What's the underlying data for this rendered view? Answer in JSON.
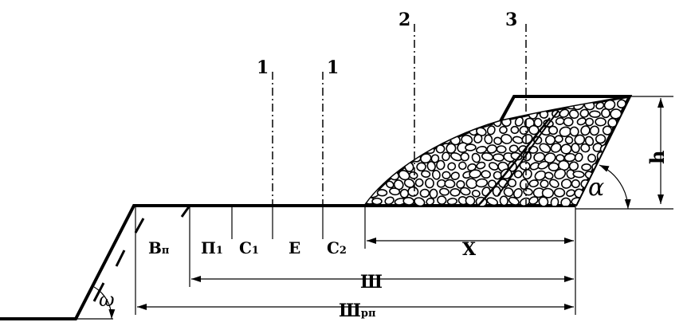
{
  "diagram": {
    "sections": [
      {
        "id": "1a",
        "label": "1"
      },
      {
        "id": "1b",
        "label": "1"
      },
      {
        "id": "2",
        "label": "2"
      },
      {
        "id": "3",
        "label": "3"
      }
    ],
    "zones": {
      "vp": {
        "main": "В",
        "sub": "п"
      },
      "p1": {
        "main": "П",
        "sub": "1"
      },
      "c1": {
        "main": "С",
        "sub": "1"
      },
      "e": {
        "main": "Е",
        "sub": ""
      },
      "c2": {
        "main": "С",
        "sub": "2"
      },
      "x": {
        "main": "Х",
        "sub": ""
      }
    },
    "dims": {
      "sh": {
        "main": "Ш",
        "sub": ""
      },
      "shrp": {
        "main": "Ш",
        "sub": "рп"
      },
      "h": {
        "main": "h",
        "sub": ""
      }
    },
    "angles": {
      "omega": "ω",
      "alpha": "α"
    },
    "colors": {
      "line": "#000000",
      "background": "#ffffff"
    }
  }
}
